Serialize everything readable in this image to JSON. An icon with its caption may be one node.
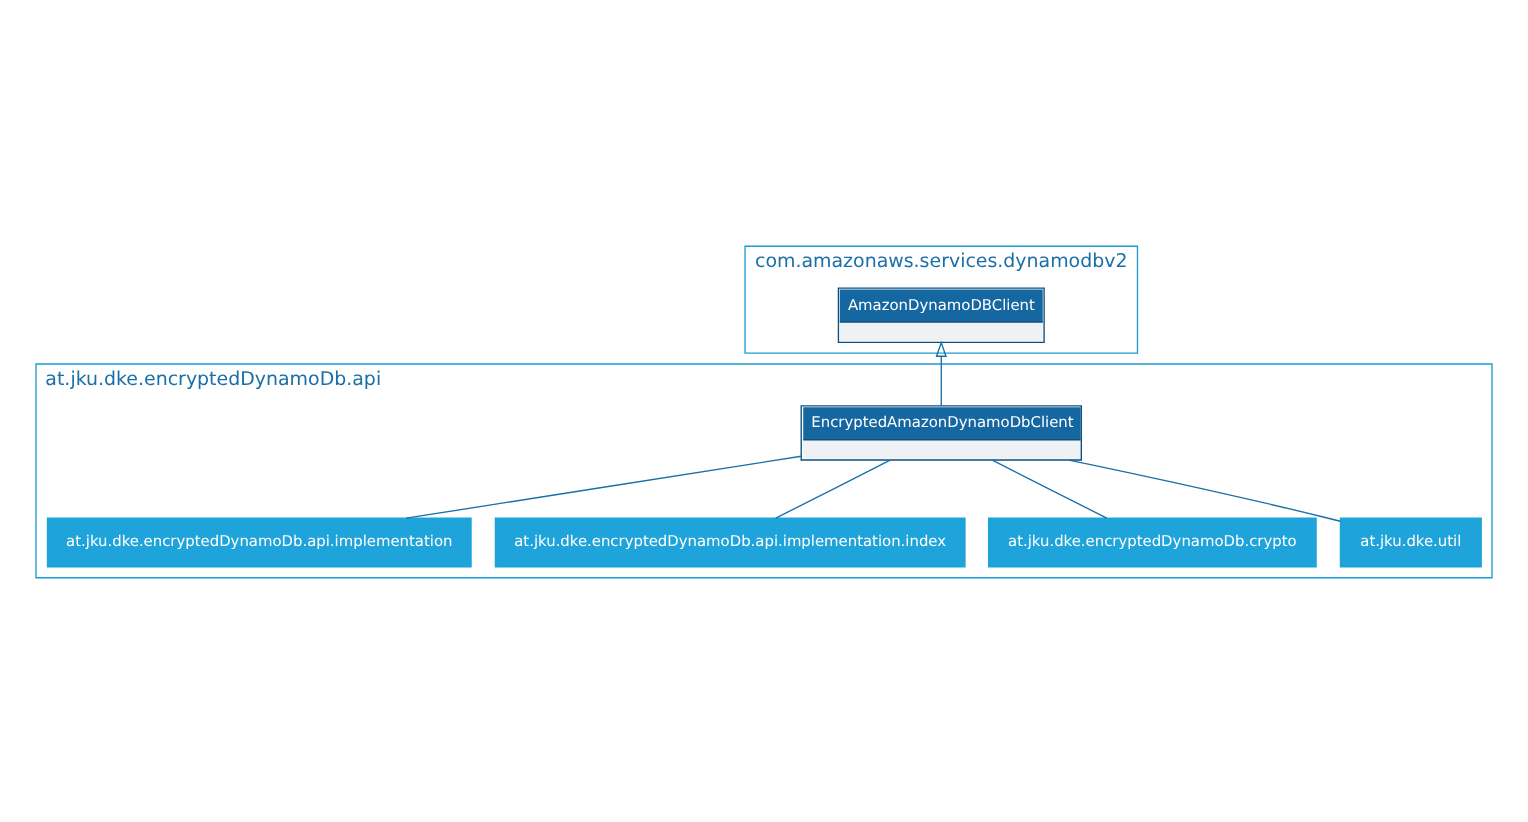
{
  "diagram": {
    "nodes": [
      {
        "text": [
          "com.amazonaws.services.dynamodbv2"
        ]
      },
      {
        "text": [
          "AmazonDynamoDBClient"
        ],
        "in": 0
      },
      {
        "text": [
          "at.jku.dke.encryptedDynamoDb.api"
        ]
      },
      {
        "text": [
          "EncryptedAmazonDynamoDbClient"
        ],
        "in": 2
      },
      {
        "text": [
          "at.jku.dke.encryptedDynamoDb.api.implementation"
        ],
        "in": 2
      },
      {
        "text": [
          "at.jku.dke.encryptedDynamoDb.api.implementation.index"
        ],
        "in": 2
      },
      {
        "text": [
          "at.jku.dke.encryptedDynamoDb.crypto"
        ],
        "in": 2
      },
      {
        "text": [
          "at.jku.dke.util"
        ],
        "in": 2
      }
    ],
    "edges": [
      {
        "from": 3,
        "to": 1,
        "arrow": "to"
      },
      {
        "from": 3,
        "to": 4,
        "arrow": "none"
      },
      {
        "from": 3,
        "to": 5,
        "arrow": "none"
      },
      {
        "from": 3,
        "to": 6,
        "arrow": "none"
      },
      {
        "from": 3,
        "to": 7,
        "arrow": "none"
      }
    ]
  }
}
